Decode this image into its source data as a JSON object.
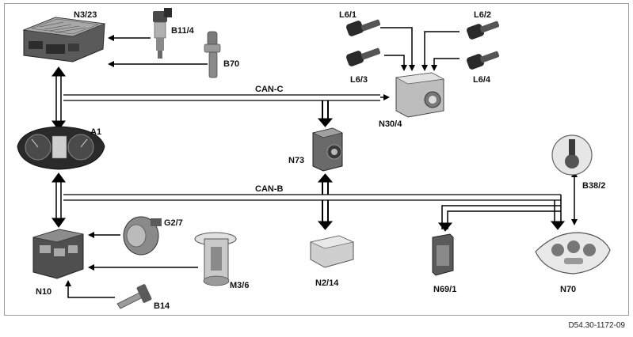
{
  "labels": {
    "ecu": "N3/23",
    "sensor_b11_4": "B11/4",
    "sensor_b70": "B70",
    "cluster": "A1",
    "n73": "N73",
    "n30_4": "N30/4",
    "l6_1": "L6/1",
    "l6_2": "L6/2",
    "l6_3": "L6/3",
    "l6_4": "L6/4",
    "b38_2": "B38/2",
    "g2_7": "G2/7",
    "n10": "N10",
    "m3_6": "M3/6",
    "b14": "B14",
    "n2_14": "N2/14",
    "n69_1": "N69/1",
    "n70": "N70"
  },
  "buses": {
    "can_c": "CAN-C",
    "can_b": "CAN-B"
  },
  "reference": "D54.30-1172-09",
  "colors": {
    "line": "#000000",
    "component_dark": "#4a4a4a",
    "component_mid": "#8c8c8c",
    "component_light": "#d2d2d2"
  }
}
